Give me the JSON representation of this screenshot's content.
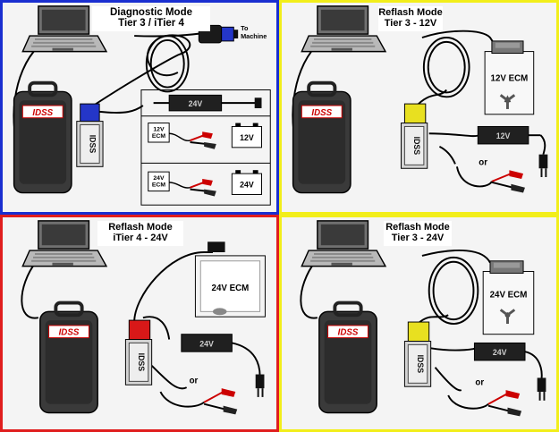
{
  "panels": [
    {
      "title_line1": "Diagnostic Mode",
      "title_line2": "Tier 3 / iTier 4",
      "border_color": "#1a2fd0",
      "connector_color": "#2436c8",
      "to_machine": "To\nMachine",
      "adapter_label": "24V",
      "ecm_12v": "12V\nECM",
      "ecm_24v": "24V\nECM",
      "battery_12v": "12V",
      "battery_24v": "24V",
      "brand": "IDSS"
    },
    {
      "title_line1": "Reflash Mode",
      "title_line2": "Tier 3 - 12V",
      "border_color": "#f2ee1a",
      "connector_color": "#e8e020",
      "ecm_label": "12V ECM",
      "adapter_label": "12V",
      "or_label": "or",
      "brand": "IDSS"
    },
    {
      "title_line1": "Reflash Mode",
      "title_line2": "iTier 4 - 24V",
      "border_color": "#e01e1e",
      "connector_color": "#d81818",
      "ecm_label": "24V ECM",
      "adapter_label": "24V",
      "or_label": "or",
      "brand": "IDSS"
    },
    {
      "title_line1": "Reflash Mode",
      "title_line2": "Tier 3 - 24V",
      "border_color": "#f2ee1a",
      "connector_color": "#e8e020",
      "ecm_label": "24V ECM",
      "adapter_label": "24V",
      "or_label": "or",
      "brand": "IDSS"
    }
  ]
}
